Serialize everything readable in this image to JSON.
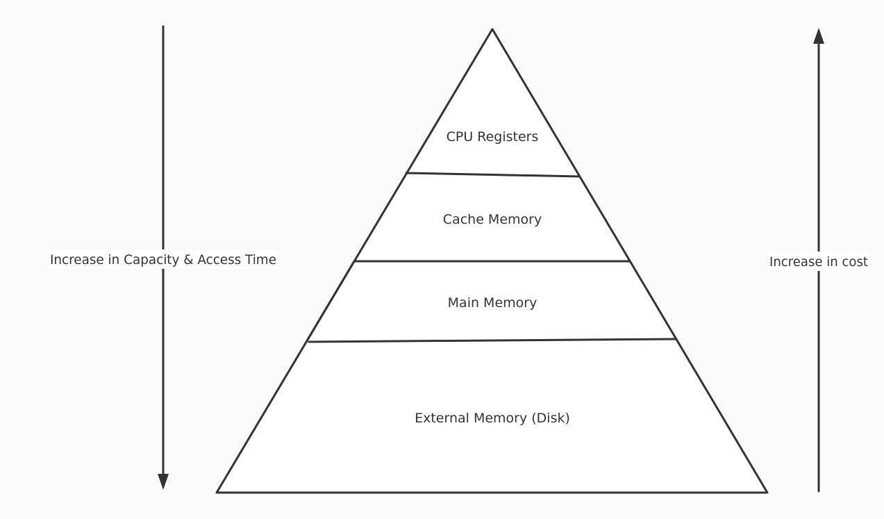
{
  "colors": {
    "background": "#fafafa",
    "stroke": "#333333",
    "fill": "#ffffff",
    "text": "#333333"
  },
  "pyramid": {
    "levels": [
      {
        "label": "CPU Registers"
      },
      {
        "label": "Cache Memory"
      },
      {
        "label": "Main Memory"
      },
      {
        "label": "External Memory (Disk)"
      }
    ]
  },
  "left_arrow": {
    "direction": "down",
    "label": "Increase in Capacity & Access Time"
  },
  "right_arrow": {
    "direction": "up",
    "label": "Increase in cost"
  }
}
